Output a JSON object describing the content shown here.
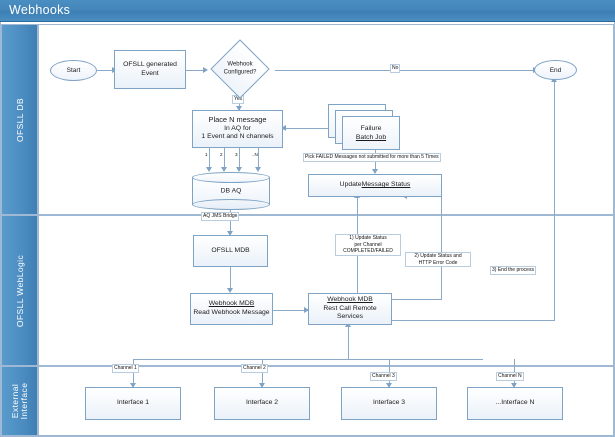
{
  "window": {
    "title": "Webhooks"
  },
  "lanes": [
    {
      "id": "ofsll-db",
      "label": "OFSLL DB"
    },
    {
      "id": "ofsll-weblogic",
      "label": "OFSLL WebLogic"
    },
    {
      "id": "external-interface",
      "label": "External\nInterface"
    }
  ],
  "nodes": {
    "start": {
      "label": "Start"
    },
    "end": {
      "label": "End"
    },
    "event": {
      "label": "OFSLL generated Event",
      "line1": "OFSLL generated",
      "line2": "Event"
    },
    "decision": {
      "line1": "Webhook",
      "line2": "Configured?"
    },
    "place_msg": {
      "line1": "Place N message",
      "line2": "In AQ for",
      "line3": "1 Event and N channels"
    },
    "db_aq": {
      "label": "DB AQ"
    },
    "batch_job": {
      "line1": "Failure",
      "line2": "Batch Job"
    },
    "update_status": {
      "pre": "Update ",
      "underlined": "Message Status"
    },
    "ofsll_mdb": {
      "label": "OFSLL MDB"
    },
    "webhook_mdb_read": {
      "title": "Webhook MDB",
      "sub": "Read Webhook Message"
    },
    "webhook_mdb_rest": {
      "title": "Webhook MDB",
      "sub": "Rest Call Remote Services"
    },
    "interface_1": {
      "label": "Interface 1"
    },
    "interface_2": {
      "label": "Interface 2"
    },
    "interface_3": {
      "label": "Interface 3"
    },
    "interface_n": {
      "label": "...Interface N"
    }
  },
  "edge_labels": {
    "yes": "Yes",
    "no": "No",
    "aq_jms_bridge": "AQ JMS Bridge",
    "pick_failed": "Pick FAILED Messages not submitted for more than 5 Times",
    "update_status_channel": {
      "line1": "1) Update Status",
      "line2": "per Channel",
      "line3": "COMPLETED/FAILED"
    },
    "update_status_http": {
      "line1": "2) Update Status and",
      "line2": "HTTP Error Code"
    },
    "end_process": "3) End the process",
    "channel_1": "Channel 1",
    "channel_2": "Channel 2",
    "channel_3": "Channel 3",
    "channel_n": "Channel N",
    "aq_ticks": [
      "1",
      "2",
      "3",
      "..N"
    ]
  },
  "colors": {
    "title_bar": "#4486ba",
    "lane_header": "#4b8cc0",
    "node_border": "#7fa3c4",
    "connector": "#8aaac8",
    "frame": "#9fb8d4",
    "text": "#1b1b1b"
  }
}
